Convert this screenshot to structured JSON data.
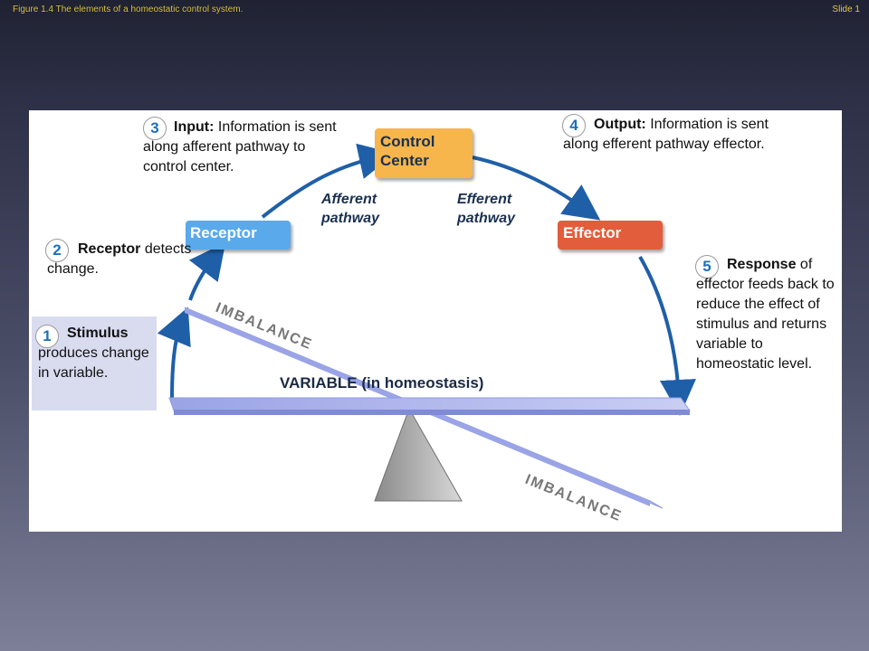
{
  "slide": {
    "title": "Figure 1.4 The elements of a homeostatic control system.",
    "number": "Slide 1"
  },
  "boxes": {
    "receptor": "Receptor",
    "control_line1": "Control",
    "control_line2": "Center",
    "effector": "Effector"
  },
  "pathways": {
    "afferent_line1": "Afferent",
    "afferent_line2": "pathway",
    "efferent_line1": "Efferent",
    "efferent_line2": "pathway"
  },
  "steps": [
    {
      "num": "1",
      "head": "Stimulus",
      "body": "produces change in variable."
    },
    {
      "num": "2",
      "head": "Receptor",
      "body": "detects change."
    },
    {
      "num": "3",
      "head": "Input:",
      "body": "Information is sent along afferent pathway to control center."
    },
    {
      "num": "4",
      "head": "Output:",
      "body": "Information is sent along efferent pathway effector."
    },
    {
      "num": "5",
      "head": "Response",
      "body": "of effector feeds back to reduce the effect of stimulus and returns variable to homeostatic level."
    }
  ],
  "labels": {
    "imbalance_top": "IMBALANCE",
    "imbalance_bottom": "IMBALANCE",
    "variable_bold": "VARIABLE",
    "variable_rest": "(in homeostasis)"
  },
  "colors": {
    "receptor": "#5aa9ea",
    "control_center": "#f6b64b",
    "effector": "#e25d3b",
    "arrow": "#1f5fa8",
    "beam": "#8f9be0"
  }
}
